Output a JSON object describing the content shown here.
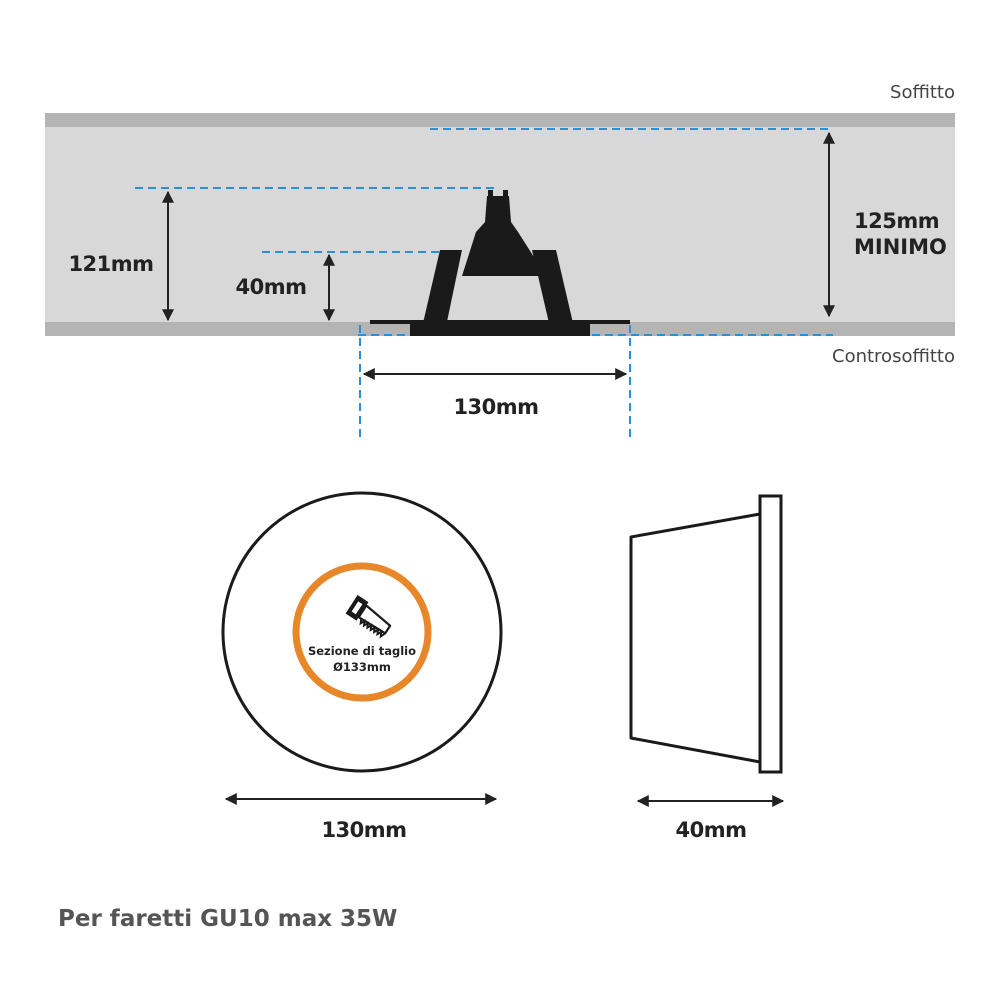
{
  "section": {
    "ceiling_label": "Soffitto",
    "false_ceiling_label": "Controsoffitto",
    "dim_total_depth": "121mm",
    "dim_lamp_depth": "40mm",
    "dim_min_space_value": "125mm",
    "dim_min_space_note": "MINIMO",
    "dim_hole_width": "130mm"
  },
  "front_view": {
    "cut_label_line1": "Sezione di taglio",
    "cut_label_line2": "Ø133mm",
    "width_label": "130mm"
  },
  "side_view": {
    "depth_label": "40mm"
  },
  "footer": {
    "text": "Per faretti GU10 max 35W"
  },
  "colors": {
    "slab": "#b4b4b4",
    "cavity": "#d8d8d8",
    "guide": "#2b8fd6",
    "accent": "#e8621c",
    "cut_ring": "#e8872a",
    "ink": "#222222"
  },
  "icons": {
    "saw": "saw-icon"
  }
}
